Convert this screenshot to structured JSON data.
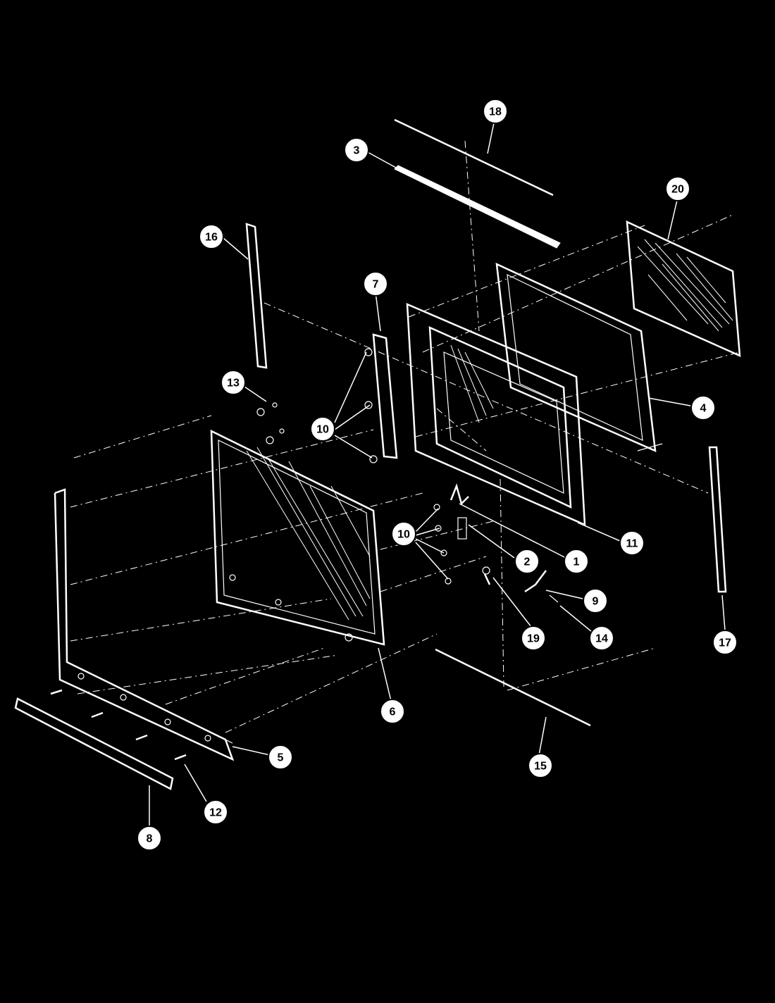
{
  "colors": {
    "background": "#000000",
    "line": "#ffffff",
    "callout_fill": "#ffffff",
    "callout_text": "#000000"
  },
  "callouts": [
    {
      "id": "c1",
      "label": "1"
    },
    {
      "id": "c2",
      "label": "2"
    },
    {
      "id": "c3",
      "label": "3"
    },
    {
      "id": "c4",
      "label": "4"
    },
    {
      "id": "c5",
      "label": "5"
    },
    {
      "id": "c6",
      "label": "6"
    },
    {
      "id": "c7",
      "label": "7"
    },
    {
      "id": "c8",
      "label": "8"
    },
    {
      "id": "c9",
      "label": "9"
    },
    {
      "id": "c10a",
      "label": "10"
    },
    {
      "id": "c10b",
      "label": "10"
    },
    {
      "id": "c11",
      "label": "11"
    },
    {
      "id": "c12",
      "label": "12"
    },
    {
      "id": "c13",
      "label": "13"
    },
    {
      "id": "c14",
      "label": "14"
    },
    {
      "id": "c15",
      "label": "15"
    },
    {
      "id": "c16",
      "label": "16"
    },
    {
      "id": "c17",
      "label": "17"
    },
    {
      "id": "c18",
      "label": "18"
    },
    {
      "id": "c19",
      "label": "19"
    },
    {
      "id": "c20",
      "label": "20"
    }
  ]
}
